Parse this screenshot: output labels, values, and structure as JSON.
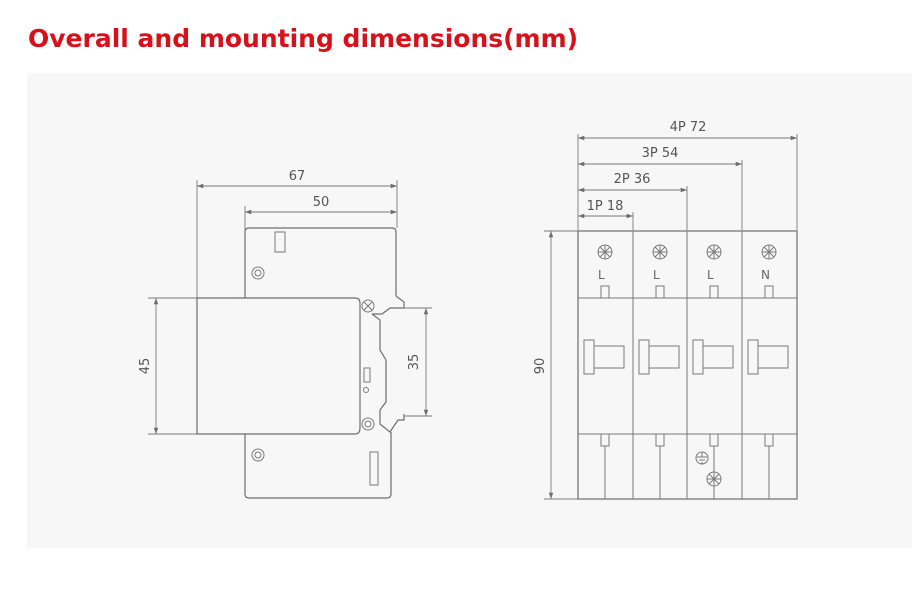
{
  "title": "Overall and mounting dimensions(mm)",
  "side_view": {
    "dim_overall_width": "67",
    "dim_body_width": "50",
    "dim_height": "45",
    "dim_rail": "35"
  },
  "front_view": {
    "dim_4p": "4P 72",
    "dim_3p": "3P 54",
    "dim_2p": "2P 36",
    "dim_1p": "1P 18",
    "dim_height": "90",
    "terminals": [
      "L",
      "L",
      "L",
      "N"
    ]
  },
  "colors": {
    "title": "#d7101a",
    "panel": "#f7f7f7",
    "line": "#7a7a7a"
  }
}
